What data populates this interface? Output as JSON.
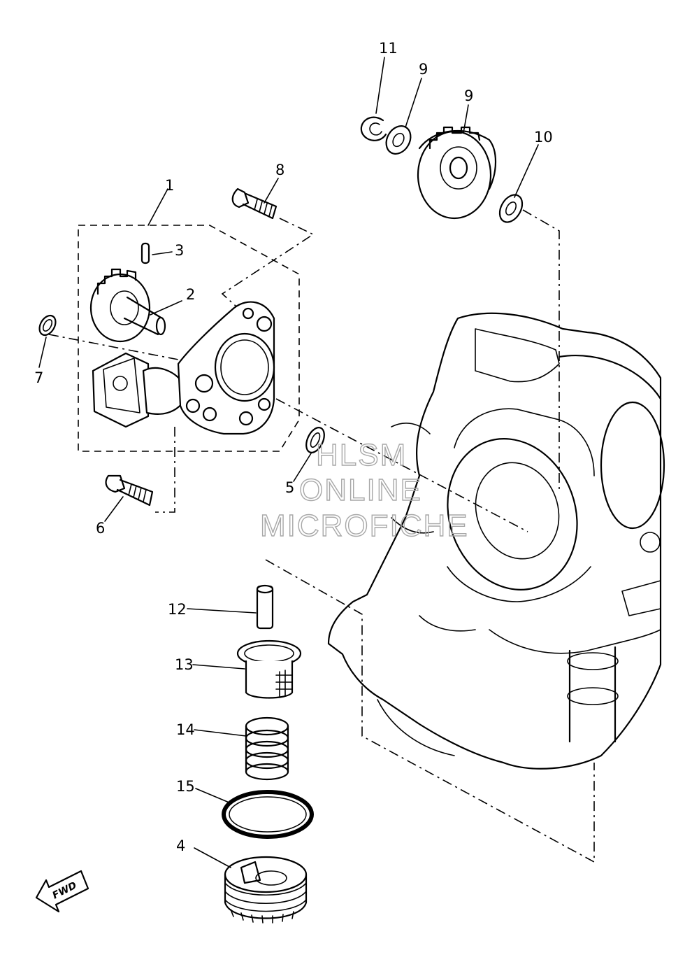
{
  "watermark": {
    "line1": "HLSM",
    "line2": "ONLINE",
    "line3": "MICROFICHE"
  },
  "direction_badge": "FWD",
  "callouts": [
    "1",
    "2",
    "3",
    "4",
    "5",
    "6",
    "7",
    "8",
    "9",
    "9",
    "10",
    "11",
    "12",
    "13",
    "14",
    "15"
  ]
}
